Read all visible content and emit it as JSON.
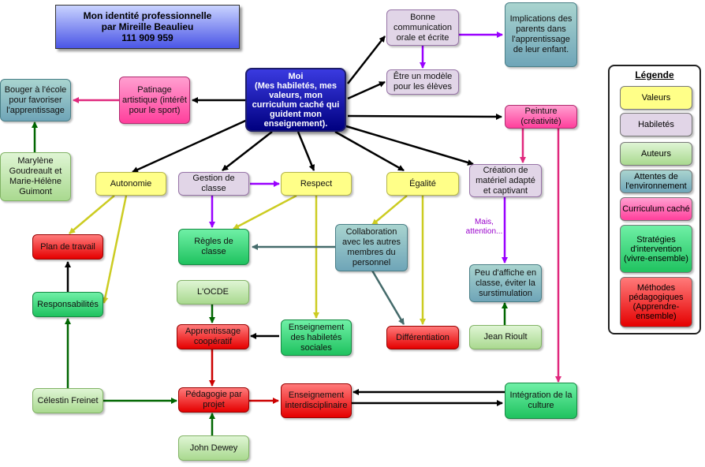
{
  "title": {
    "line1": "Mon identité professionnelle",
    "line2": "par Mireille Beaulieu",
    "line3": "111 909 959"
  },
  "nodes": {
    "moi": "Moi\n(Mes habiletés, mes valeurs, mon curriculum caché qui guident mon enseignement).",
    "bonne_communication": "Bonne communication orale et écrite",
    "implications_parents": "Implications des parents dans l'apprentissage de leur enfant.",
    "etre_modele": "Être un modèle pour les élèves",
    "patinage": "Patinage artistique (intérêt pour le sport)",
    "bouger": "Bouger à l'école pour favoriser l'apprentissage",
    "marylene": "Marylène Goudreault et Marie-Hélène Guimont",
    "peinture": "Peinture (créativité)",
    "autonomie": "Autonomie",
    "gestion": "Gestion de classe",
    "respect": "Respect",
    "egalite": "Égalité",
    "creation": "Création de matériel adapté et captivant",
    "plan_travail": "Plan de travail",
    "regles": "Règles de classe",
    "collaboration": "Collaboration avec les autres membres du personnel",
    "peu_affiche": "Peu d'affiche en classe, éviter la surstimulation",
    "responsabilites": "Responsabilités",
    "ocde": "L'OCDE",
    "apprentissage_coop": "Apprentissage coopératif",
    "enseignement_hab": "Enseignement des habiletés sociales",
    "differentiation": "Différentiation",
    "jean_rioult": "Jean Rioult",
    "celestin": "Célestin Freinet",
    "pedagogie_projet": "Pédagogie par projet",
    "enseignement_inter": "Enseignement interdisciplinaire",
    "integration_culture": "Intégration de la culture",
    "john_dewey": "John Dewey"
  },
  "edge_label": "Mais, attention...",
  "legend": {
    "title": "Légende",
    "valeurs": "Valeurs",
    "habiletes": "Habiletés",
    "auteurs": "Auteurs",
    "attentes": "Attentes de l'environnement",
    "curriculum": "Curriculum caché",
    "strategies": "Stratégies d'intervention (vivre-ensemble)",
    "methodes": "Méthodes pédagogiques (Apprendre-ensemble)"
  },
  "colors": {
    "black": "#000000",
    "purple": "#9900ff",
    "pink": "#e0287d",
    "yellow": "#cccc22",
    "dark_green": "#006600",
    "slate": "#456b6b",
    "red": "#cc0000"
  }
}
